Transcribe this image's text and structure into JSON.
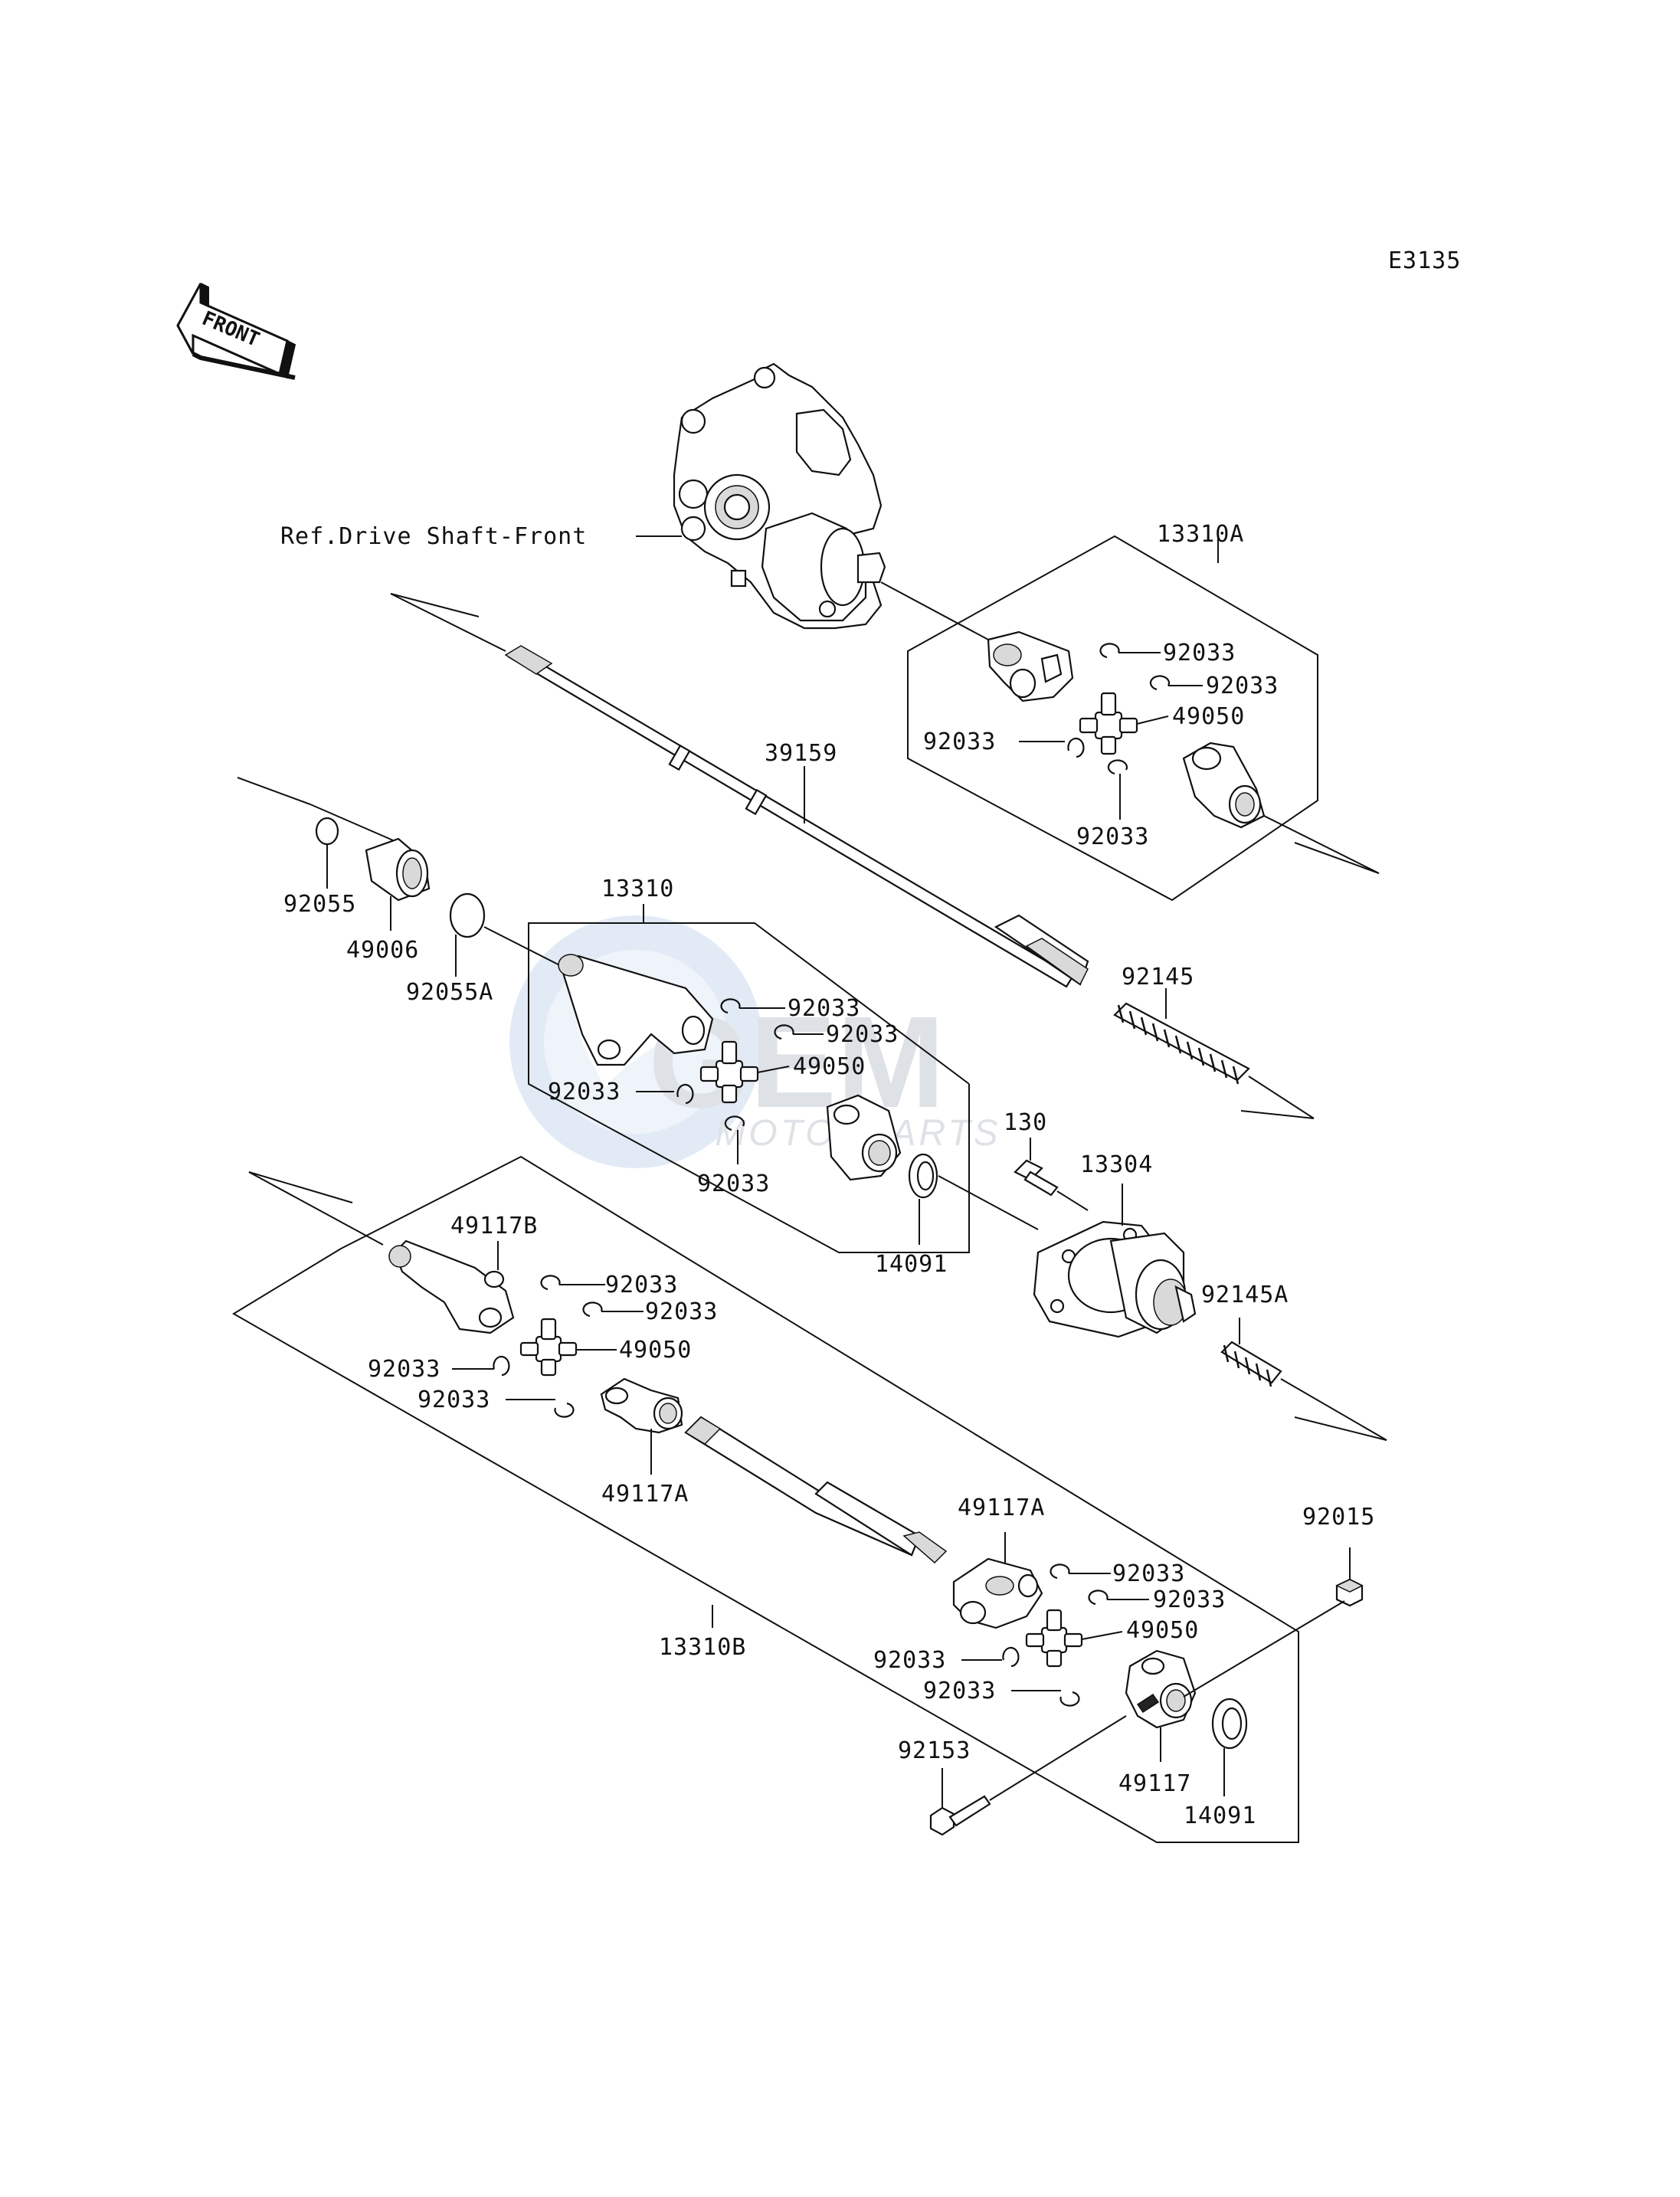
{
  "diagram_code": "E3135",
  "front_arrow_label": "FRONT",
  "reference_label": "Ref.Drive Shaft-Front",
  "watermark": {
    "line1": "GEM",
    "line2": "MOTORPARTS"
  },
  "groups": {
    "g13310A": "13310A",
    "g13310": "13310",
    "g13310B": "13310B"
  },
  "labels": {
    "p39159": "39159",
    "p92055": "92055",
    "p49006": "49006",
    "p92055A": "92055A",
    "p92145": "92145",
    "p130": "130",
    "p13304": "13304",
    "p14091_mid": "14091",
    "p92145A": "92145A",
    "p49117B": "49117B",
    "p49117A_left": "49117A",
    "p49117A_right": "49117A",
    "p92015": "92015",
    "p92153": "92153",
    "p49117": "49117",
    "p14091_bot": "14091",
    "a_92033_1": "92033",
    "a_92033_2": "92033",
    "a_49050": "49050",
    "a_92033_3": "92033",
    "a_92033_4": "92033",
    "m_92033_1": "92033",
    "m_92033_2": "92033",
    "m_49050": "49050",
    "m_92033_3": "92033",
    "m_92033_4": "92033",
    "b_92033_1": "92033",
    "b_92033_2": "92033",
    "b_49050": "49050",
    "b_92033_3": "92033",
    "b_92033_4": "92033",
    "r_92033_1": "92033",
    "r_92033_2": "92033",
    "r_49050": "49050",
    "r_92033_3": "92033",
    "r_92033_4": "92033"
  }
}
